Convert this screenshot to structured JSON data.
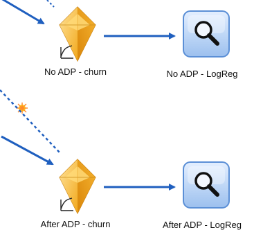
{
  "streams": [
    {
      "model_node": {
        "label": "No ADP - churn",
        "icon": "model-nugget-icon"
      },
      "output_node": {
        "label": "No ADP - LogReg",
        "icon": "magnifier-analysis-icon"
      }
    },
    {
      "model_node": {
        "label": "After ADP - churn",
        "icon": "model-nugget-icon"
      },
      "output_node": {
        "label": "After ADP - LogReg",
        "icon": "magnifier-analysis-icon"
      }
    }
  ],
  "colors": {
    "connector": "#1f5fbf",
    "nugget_light": "#ffd36b",
    "nugget_dark": "#e59b12",
    "output_frame": "#5b8fd6",
    "output_fill": "#b9d3f5",
    "spark": "#ff6a1a"
  }
}
